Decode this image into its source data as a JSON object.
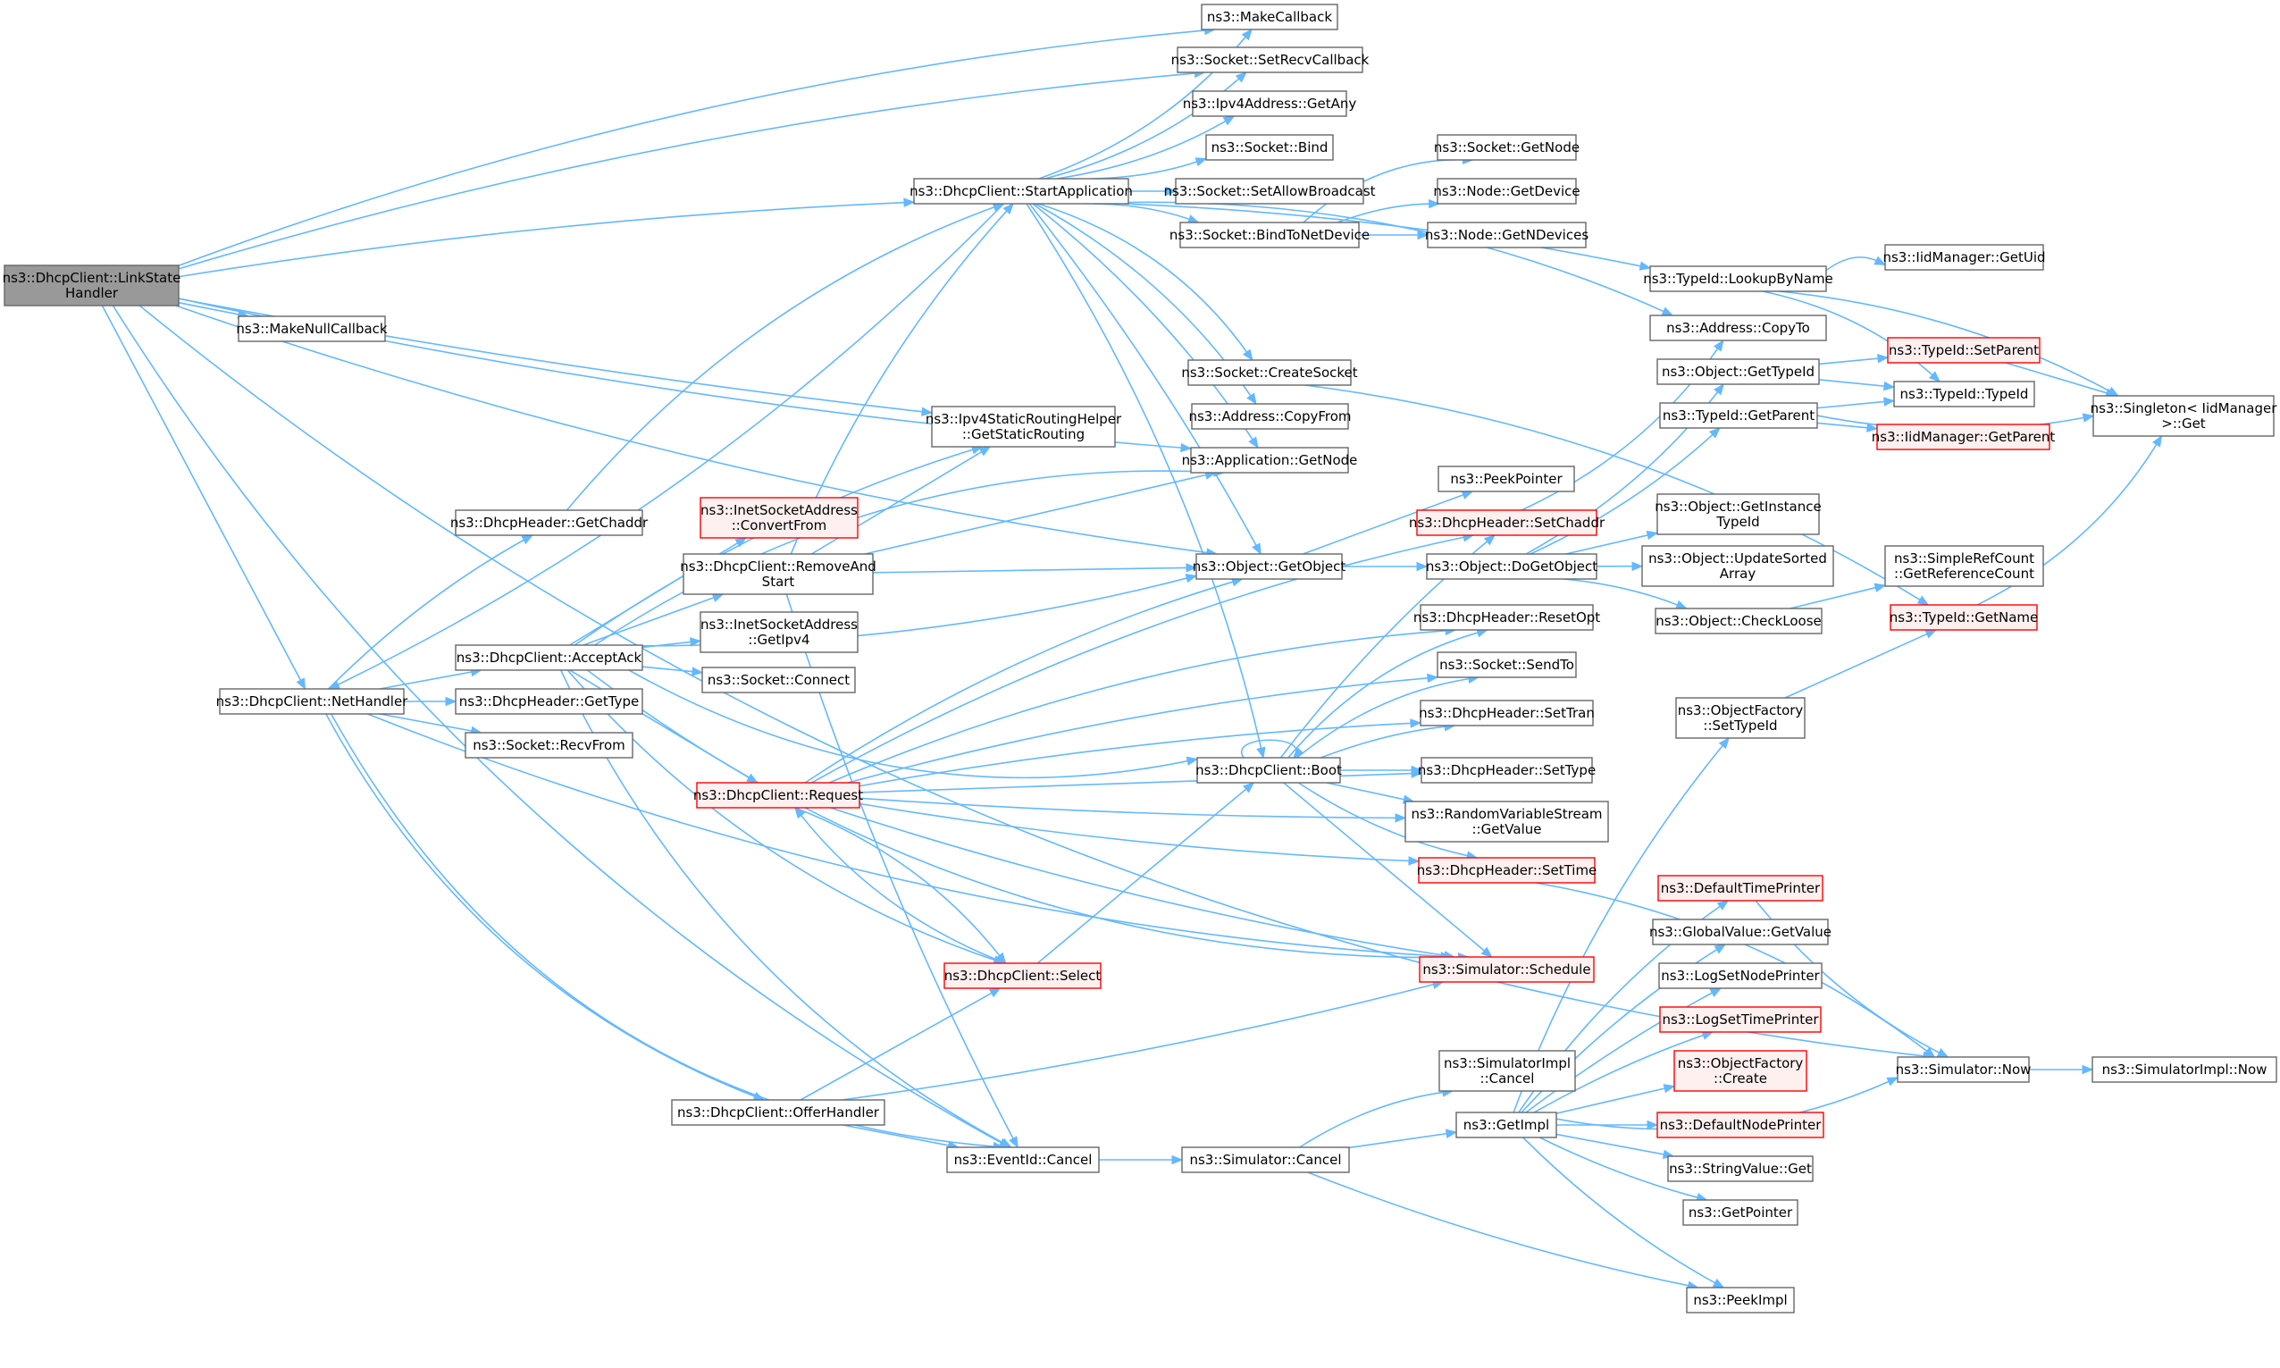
{
  "colors": {
    "edge": "#63b8ff",
    "node_border": "#666666",
    "root_fill": "#999999",
    "incomplete_border": "#ff0000",
    "incomplete_fill": "#fff0f0"
  },
  "nodes": [
    {
      "id": "linkstate",
      "lines": [
        "ns3::DhcpClient::LinkState",
        "Handler"
      ],
      "style": "root"
    },
    {
      "id": "makecallback",
      "lines": [
        "ns3::MakeCallback"
      ],
      "style": "normal"
    },
    {
      "id": "setrecvcallback",
      "lines": [
        "ns3::Socket::SetRecvCallback"
      ],
      "style": "normal"
    },
    {
      "id": "ipv4getany",
      "lines": [
        "ns3::Ipv4Address::GetAny"
      ],
      "style": "normal"
    },
    {
      "id": "socketbind",
      "lines": [
        "ns3::Socket::Bind"
      ],
      "style": "normal"
    },
    {
      "id": "startapp",
      "lines": [
        "ns3::DhcpClient::StartApplication"
      ],
      "style": "normal"
    },
    {
      "id": "setallowbroadcast",
      "lines": [
        "ns3::Socket::SetAllowBroadcast"
      ],
      "style": "normal"
    },
    {
      "id": "bindtonetdevice",
      "lines": [
        "ns3::Socket::BindToNetDevice"
      ],
      "style": "normal"
    },
    {
      "id": "socketgetnode",
      "lines": [
        "ns3::Socket::GetNode"
      ],
      "style": "normal"
    },
    {
      "id": "nodegetdevice",
      "lines": [
        "ns3::Node::GetDevice"
      ],
      "style": "normal"
    },
    {
      "id": "nodegetndevices",
      "lines": [
        "ns3::Node::GetNDevices"
      ],
      "style": "normal"
    },
    {
      "id": "lookupbyname",
      "lines": [
        "ns3::TypeId::LookupByName"
      ],
      "style": "normal"
    },
    {
      "id": "iidgetuid",
      "lines": [
        "ns3::IidManager::GetUid"
      ],
      "style": "normal"
    },
    {
      "id": "makenullcallback",
      "lines": [
        "ns3::MakeNullCallback"
      ],
      "style": "normal"
    },
    {
      "id": "addresscopyto",
      "lines": [
        "ns3::Address::CopyTo"
      ],
      "style": "normal"
    },
    {
      "id": "createsocket",
      "lines": [
        "ns3::Socket::CreateSocket"
      ],
      "style": "normal"
    },
    {
      "id": "objgettypeid",
      "lines": [
        "ns3::Object::GetTypeId"
      ],
      "style": "normal"
    },
    {
      "id": "typeidsetparent",
      "lines": [
        "ns3::TypeId::SetParent"
      ],
      "style": "red"
    },
    {
      "id": "getstaticrouting",
      "lines": [
        "ns3::Ipv4StaticRoutingHelper",
        "::GetStaticRouting"
      ],
      "style": "normal"
    },
    {
      "id": "typeidtypeid",
      "lines": [
        "ns3::TypeId::TypeId"
      ],
      "style": "normal"
    },
    {
      "id": "singletonget",
      "lines": [
        "ns3::Singleton< IidManager",
        ">::Get"
      ],
      "style": "normal"
    },
    {
      "id": "addresscopyfrom",
      "lines": [
        "ns3::Address::CopyFrom"
      ],
      "style": "normal"
    },
    {
      "id": "typeidgetparent",
      "lines": [
        "ns3::TypeId::GetParent"
      ],
      "style": "normal"
    },
    {
      "id": "iidgetparent",
      "lines": [
        "ns3::IidManager::GetParent"
      ],
      "style": "red"
    },
    {
      "id": "appgetnode",
      "lines": [
        "ns3::Application::GetNode"
      ],
      "style": "normal"
    },
    {
      "id": "peekpointer",
      "lines": [
        "ns3::PeekPointer"
      ],
      "style": "normal"
    },
    {
      "id": "convertfrom",
      "lines": [
        "ns3::InetSocketAddress",
        "::ConvertFrom"
      ],
      "style": "red"
    },
    {
      "id": "getchaddr",
      "lines": [
        "ns3::DhcpHeader::GetChaddr"
      ],
      "style": "normal"
    },
    {
      "id": "setchaddr",
      "lines": [
        "ns3::DhcpHeader::SetChaddr"
      ],
      "style": "red"
    },
    {
      "id": "getinstancetypeid",
      "lines": [
        "ns3::Object::GetInstance",
        "TypeId"
      ],
      "style": "normal"
    },
    {
      "id": "removeandstart",
      "lines": [
        "ns3::DhcpClient::RemoveAnd",
        "Start"
      ],
      "style": "normal"
    },
    {
      "id": "getobject",
      "lines": [
        "ns3::Object::GetObject"
      ],
      "style": "normal"
    },
    {
      "id": "dogetobject",
      "lines": [
        "ns3::Object::DoGetObject"
      ],
      "style": "normal"
    },
    {
      "id": "updatesortedarray",
      "lines": [
        "ns3::Object::UpdateSorted",
        "Array"
      ],
      "style": "normal"
    },
    {
      "id": "getreferencecount",
      "lines": [
        "ns3::SimpleRefCount",
        "::GetReferenceCount"
      ],
      "style": "normal"
    },
    {
      "id": "getipv4",
      "lines": [
        "ns3::InetSocketAddress",
        "::GetIpv4"
      ],
      "style": "normal"
    },
    {
      "id": "checkloose",
      "lines": [
        "ns3::Object::CheckLoose"
      ],
      "style": "normal"
    },
    {
      "id": "typeidgetname",
      "lines": [
        "ns3::TypeId::GetName"
      ],
      "style": "red"
    },
    {
      "id": "resetopt",
      "lines": [
        "ns3::DhcpHeader::ResetOpt"
      ],
      "style": "normal"
    },
    {
      "id": "acceptack",
      "lines": [
        "ns3::DhcpClient::AcceptAck"
      ],
      "style": "normal"
    },
    {
      "id": "socketconnect",
      "lines": [
        "ns3::Socket::Connect"
      ],
      "style": "normal"
    },
    {
      "id": "sendto",
      "lines": [
        "ns3::Socket::SendTo"
      ],
      "style": "normal"
    },
    {
      "id": "nethandler",
      "lines": [
        "ns3::DhcpClient::NetHandler"
      ],
      "style": "normal"
    },
    {
      "id": "gettype",
      "lines": [
        "ns3::DhcpHeader::GetType"
      ],
      "style": "normal"
    },
    {
      "id": "objfactorysettypeid",
      "lines": [
        "ns3::ObjectFactory",
        "::SetTypeId"
      ],
      "style": "normal"
    },
    {
      "id": "settran",
      "lines": [
        "ns3::DhcpHeader::SetTran"
      ],
      "style": "normal"
    },
    {
      "id": "recvfrom",
      "lines": [
        "ns3::Socket::RecvFrom"
      ],
      "style": "normal"
    },
    {
      "id": "request",
      "lines": [
        "ns3::DhcpClient::Request"
      ],
      "style": "red"
    },
    {
      "id": "boot",
      "lines": [
        "ns3::DhcpClient::Boot"
      ],
      "style": "normal"
    },
    {
      "id": "settype",
      "lines": [
        "ns3::DhcpHeader::SetType"
      ],
      "style": "normal"
    },
    {
      "id": "rvsgetvalue",
      "lines": [
        "ns3::RandomVariableStream",
        "::GetValue"
      ],
      "style": "normal"
    },
    {
      "id": "settime",
      "lines": [
        "ns3::DhcpHeader::SetTime"
      ],
      "style": "red"
    },
    {
      "id": "defaulttimeprinter",
      "lines": [
        "ns3::DefaultTimePrinter"
      ],
      "style": "red"
    },
    {
      "id": "globalvaluegetvalue",
      "lines": [
        "ns3::GlobalValue::GetValue"
      ],
      "style": "normal"
    },
    {
      "id": "select",
      "lines": [
        "ns3::DhcpClient::Select"
      ],
      "style": "red"
    },
    {
      "id": "schedule",
      "lines": [
        "ns3::Simulator::Schedule"
      ],
      "style": "red"
    },
    {
      "id": "logsetnodeprinter",
      "lines": [
        "ns3::LogSetNodePrinter"
      ],
      "style": "normal"
    },
    {
      "id": "logsettimeprinter",
      "lines": [
        "ns3::LogSetTimePrinter"
      ],
      "style": "red"
    },
    {
      "id": "simimplcancel",
      "lines": [
        "ns3::SimulatorImpl",
        "::Cancel"
      ],
      "style": "normal"
    },
    {
      "id": "objfactorycreate",
      "lines": [
        "ns3::ObjectFactory",
        "::Create"
      ],
      "style": "red"
    },
    {
      "id": "simulatornow",
      "lines": [
        "ns3::Simulator::Now"
      ],
      "style": "normal"
    },
    {
      "id": "simimplnow",
      "lines": [
        "ns3::SimulatorImpl::Now"
      ],
      "style": "normal"
    },
    {
      "id": "offerhandler",
      "lines": [
        "ns3::DhcpClient::OfferHandler"
      ],
      "style": "normal"
    },
    {
      "id": "getimpl",
      "lines": [
        "ns3::GetImpl"
      ],
      "style": "normal"
    },
    {
      "id": "defaultnodeprinter",
      "lines": [
        "ns3::DefaultNodePrinter"
      ],
      "style": "red"
    },
    {
      "id": "eventidcancel",
      "lines": [
        "ns3::EventId::Cancel"
      ],
      "style": "normal"
    },
    {
      "id": "simulatorcancel",
      "lines": [
        "ns3::Simulator::Cancel"
      ],
      "style": "normal"
    },
    {
      "id": "stringvalueget",
      "lines": [
        "ns3::StringValue::Get"
      ],
      "style": "normal"
    },
    {
      "id": "getpointer",
      "lines": [
        "ns3::GetPointer"
      ],
      "style": "normal"
    },
    {
      "id": "peekimpl",
      "lines": [
        "ns3::PeekImpl"
      ],
      "style": "normal"
    }
  ]
}
